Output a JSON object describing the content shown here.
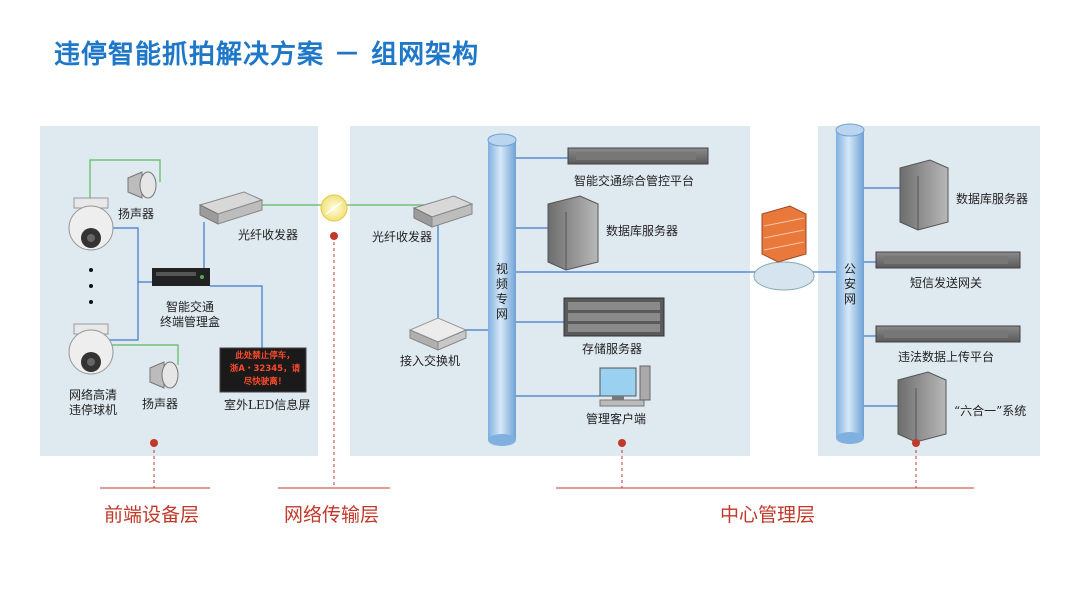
{
  "title": "违停智能抓拍解决方案 － 组网架构",
  "frontend": {
    "speaker_top": "扬声器",
    "speaker_bottom": "扬声器",
    "camera_line1": "网络高清",
    "camera_line2": "违停球机",
    "terminal_line1": "智能交通",
    "terminal_line2": "终端管理盒",
    "fiber": "光纤收发器",
    "led_screen": "室外LED信息屏",
    "led_message": [
      "此处禁止停车，",
      "浙A・32345，请",
      "尽快驶离！"
    ]
  },
  "network": {
    "fiber": "光纤收发器",
    "switch": "接入交换机",
    "video_net": "视频专网",
    "its_platform": "智能交通综合管控平台",
    "db_server": "数据库服务器",
    "storage_server": "存储服务器",
    "client": "管理客户端"
  },
  "center": {
    "public_net": "公安网",
    "db_server": "数据库服务器",
    "sms_gateway": "短信发送网关",
    "upload_platform": "违法数据上传平台",
    "six_in_one": "“六合一”系统"
  },
  "layers": {
    "front": "前端设备层",
    "network": "网络传输层",
    "center": "中心管理层"
  }
}
